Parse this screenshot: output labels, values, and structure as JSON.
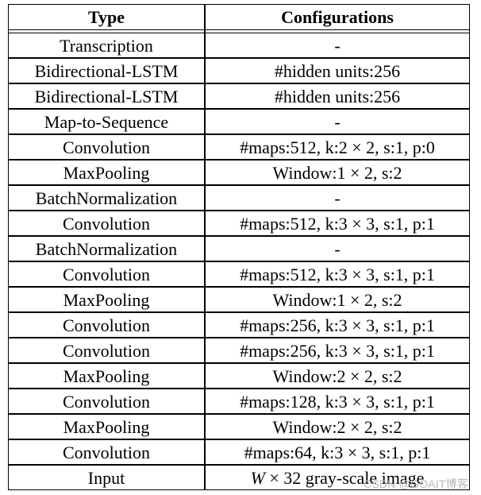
{
  "table": {
    "headers": [
      "Type",
      "Configurations"
    ],
    "rows": [
      [
        "Transcription",
        "-"
      ],
      [
        "Bidirectional-LSTM",
        "#hidden units:256"
      ],
      [
        "Bidirectional-LSTM",
        "#hidden units:256"
      ],
      [
        "Map-to-Sequence",
        "-"
      ],
      [
        "Convolution",
        "#maps:512, k:2 × 2, s:1, p:0"
      ],
      [
        "MaxPooling",
        "Window:1 × 2, s:2"
      ],
      [
        "BatchNormalization",
        "-"
      ],
      [
        "Convolution",
        "#maps:512, k:3 × 3, s:1, p:1"
      ],
      [
        "BatchNormalization",
        "-"
      ],
      [
        "Convolution",
        "#maps:512, k:3 × 3, s:1, p:1"
      ],
      [
        "MaxPooling",
        "Window:1 × 2, s:2"
      ],
      [
        "Convolution",
        "#maps:256, k:3 × 3, s:1, p:1"
      ],
      [
        "Convolution",
        "#maps:256, k:3 × 3, s:1, p:1"
      ],
      [
        "MaxPooling",
        "Window:2 × 2, s:2"
      ],
      [
        "Convolution",
        "#maps:128, k:3 × 3, s:1, p:1"
      ],
      [
        "MaxPooling",
        "Window:2 × 2, s:2"
      ],
      [
        "Convolution",
        "#maps:64, k:3 × 3, s:1, p:1"
      ],
      [
        "Input",
        "W × 32 gray-scale image"
      ]
    ]
  },
  "watermark": "CSDN @GOAIT博客"
}
